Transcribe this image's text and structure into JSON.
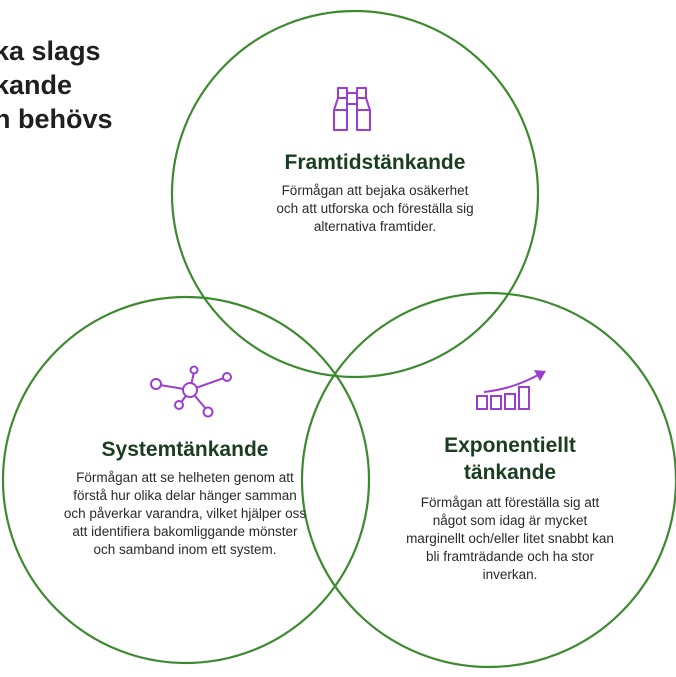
{
  "heading": {
    "line1": "ka slags",
    "line2": "kande",
    "line3": "n behövs"
  },
  "colors": {
    "circle_stroke": "#3c8a2e",
    "title_color": "#1a3d22",
    "icon_color": "#9b3dd1"
  },
  "circles": [
    {
      "id": "future",
      "icon": "binoculars-icon",
      "title": "Framtidstänkande",
      "description": "Förmågan att bejaka osäkerhet och att utforska och föreställa sig alternativa framtider."
    },
    {
      "id": "system",
      "icon": "network-nodes-icon",
      "title": "Systemtänkande",
      "description": "Förmågan att se helheten genom att förstå hur olika delar hänger samman och påverkar varandra, vilket hjälper oss att identifiera bakomliggande mönster och samband inom ett system."
    },
    {
      "id": "exponential",
      "icon": "growth-chart-icon",
      "title_line1": "Exponentiellt",
      "title_line2": "tänkande",
      "description": "Förmågan att föreställa sig att något som idag är mycket marginellt och/eller litet snabbt kan bli framträdande och ha stor inverkan."
    }
  ]
}
